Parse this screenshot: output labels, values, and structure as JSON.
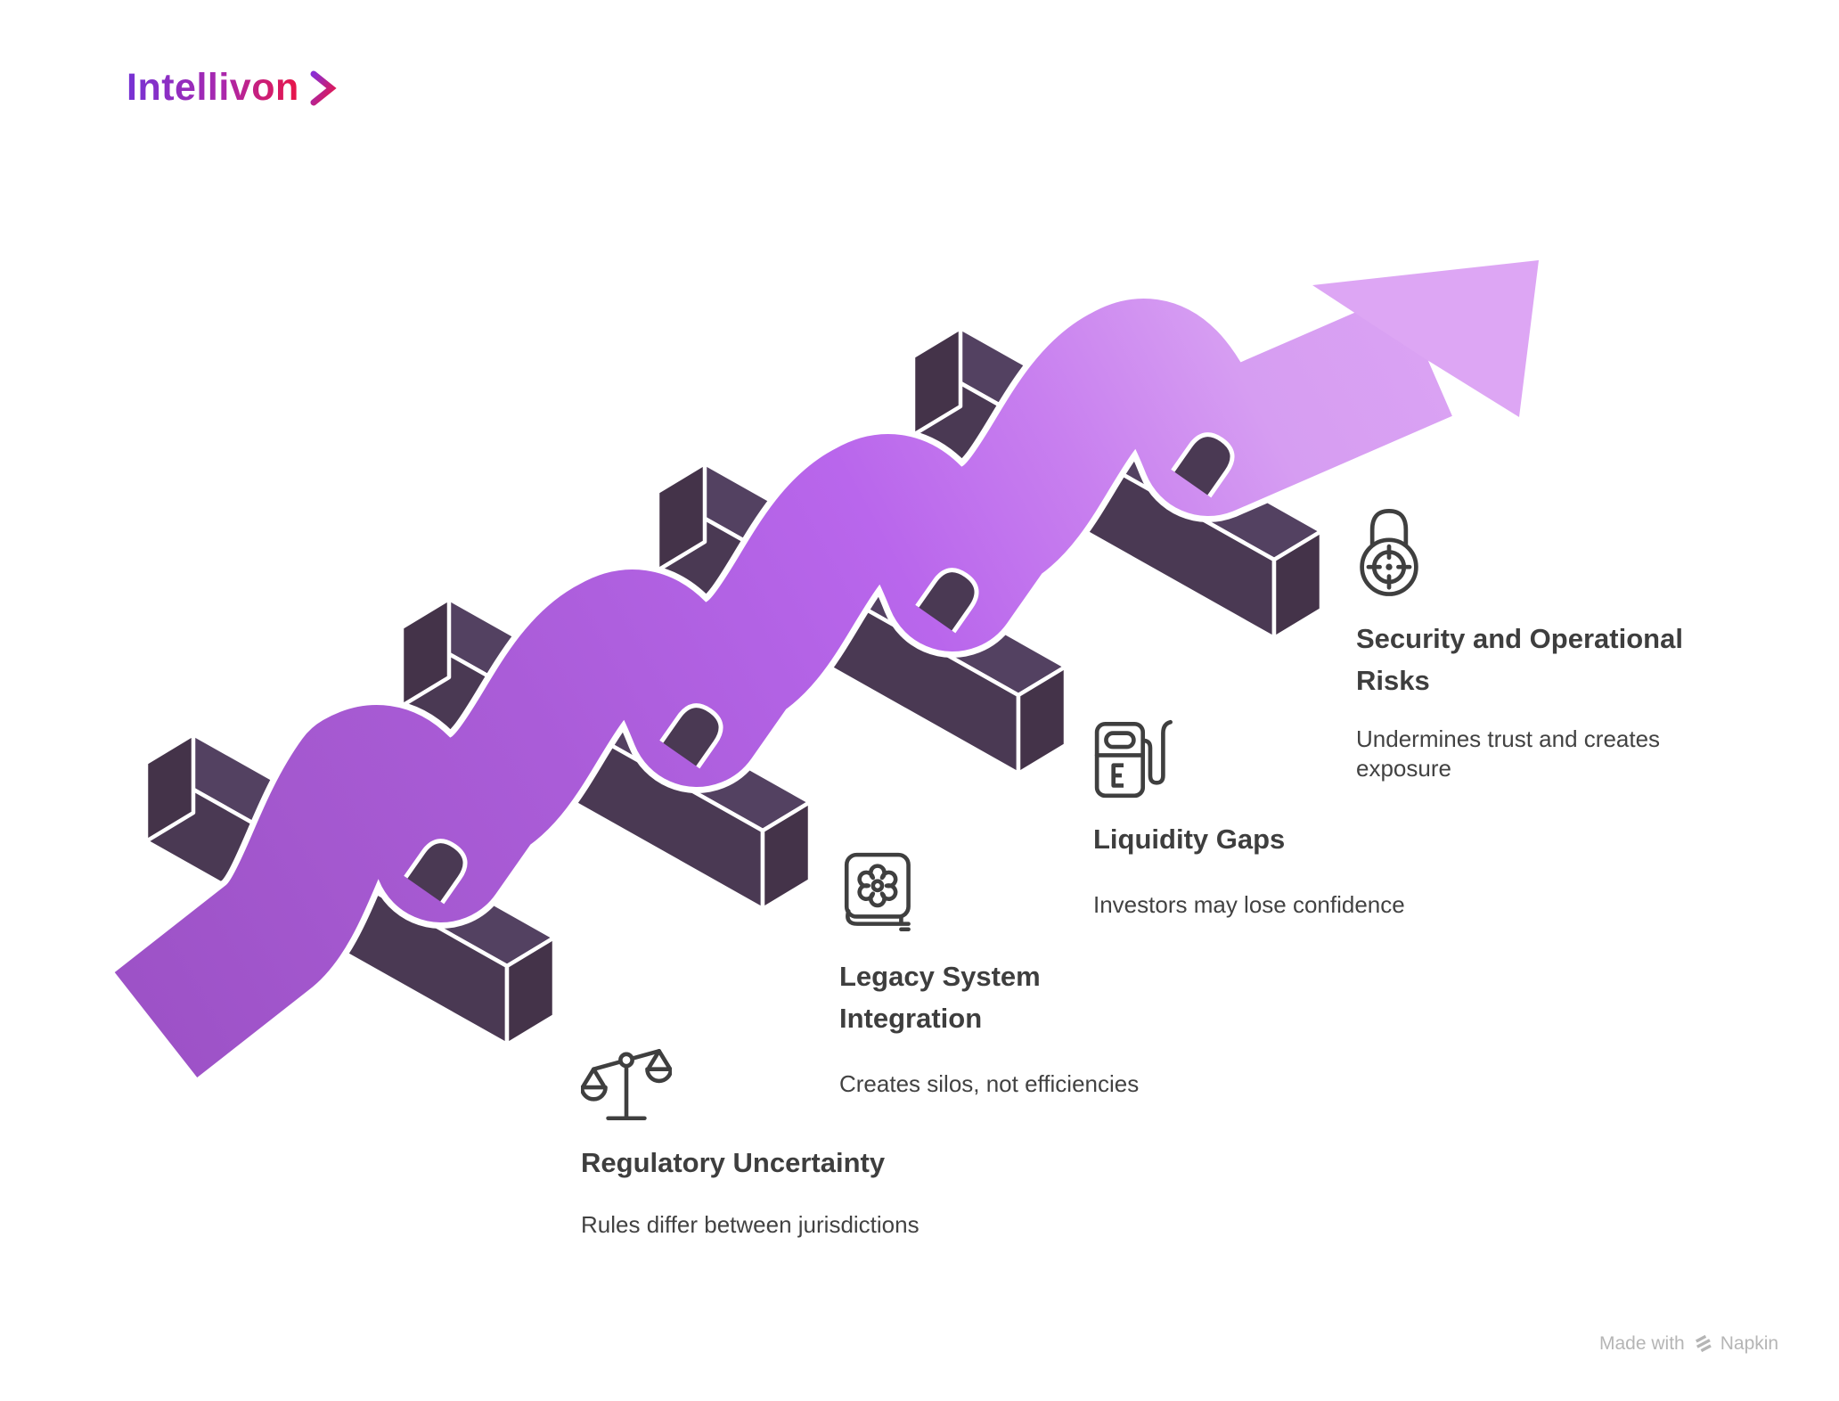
{
  "logo": {
    "text": "Intellivon"
  },
  "diagram": {
    "title_implied": "Challenges ribbon over hurdles",
    "colors": {
      "bar": "#4a3953",
      "bar_top": "#534161",
      "bar_cap": "#443349",
      "ribbon_start": "#9d52c7",
      "ribbon_mid": "#b966ec",
      "ribbon_end": "#dda6f4",
      "arrow": "#dda6f4",
      "text": "#3e3e3e"
    },
    "items": [
      {
        "icon": "balance-scale-icon",
        "title": "Regulatory Uncertainty",
        "subtitle": "Rules differ between jurisdictions"
      },
      {
        "icon": "book-gear-icon",
        "title": "Legacy System\nIntegration",
        "subtitle": "Creates silos, not efficiencies"
      },
      {
        "icon": "fuel-pump-icon",
        "title": "Liquidity Gaps",
        "subtitle": "Investors may lose confidence"
      },
      {
        "icon": "lock-target-icon",
        "title": "Security and Operational\nRisks",
        "subtitle": "Undermines trust and creates\nexposure"
      }
    ]
  },
  "watermark": {
    "prefix": "Made with",
    "brand": "Napkin"
  }
}
